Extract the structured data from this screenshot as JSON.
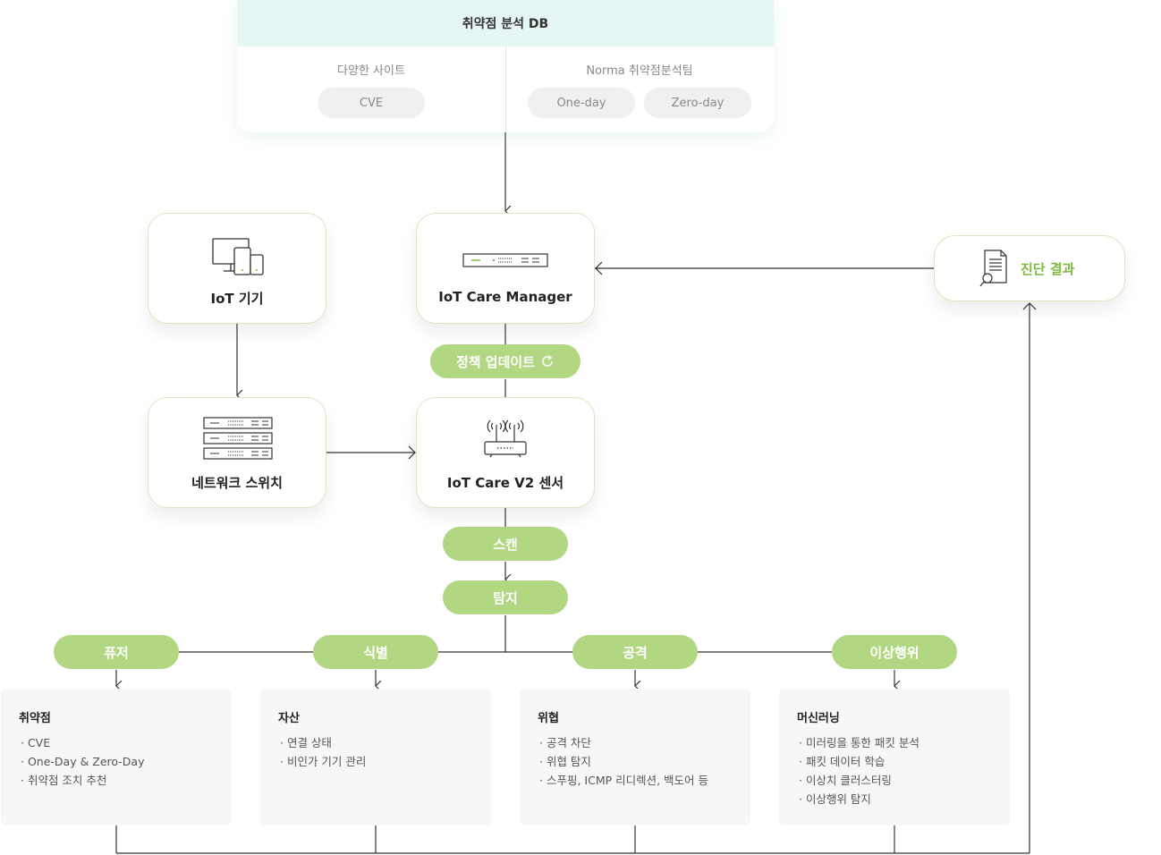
{
  "db": {
    "title": "취약점 분석 DB",
    "left_label": "다양한 사이트",
    "left_tags": [
      "CVE"
    ],
    "right_label": "Norma 취약점분석팀",
    "right_tags": [
      "One-day",
      "Zero-day"
    ]
  },
  "nodes": {
    "iot_device": "IoT 기기",
    "manager": "IoT Care Manager",
    "switch": "네트워크 스위치",
    "sensor": "IoT Care V2 센서",
    "result": "진단 결과"
  },
  "steps": {
    "policy_update": "정책 업데이트",
    "scan": "스캔",
    "detect": "탐지"
  },
  "categories": [
    {
      "label": "퓨저",
      "title": "취약점",
      "items": [
        "CVE",
        "One-Day & Zero-Day",
        "취약점 조치 추천"
      ]
    },
    {
      "label": "식별",
      "title": "자산",
      "items": [
        "연결 상태",
        "비인가 기기 관리"
      ]
    },
    {
      "label": "공격",
      "title": "위협",
      "items": [
        "공격 차단",
        "위협 탐지",
        "스푸핑, ICMP 리디렉션, 백도어 등"
      ]
    },
    {
      "label": "이상행위",
      "title": "머신러닝",
      "items": [
        "미러링을 통한 패킷 분석",
        "패킷 데이터 학습",
        "이상치 클러스터링",
        "이상행위 탐지"
      ]
    }
  ],
  "colors": {
    "accent_green": "#b2d783",
    "result_green": "#7cba3f",
    "db_header": "#e6f6f4",
    "line": "#333333"
  },
  "icons": {
    "iot_device": "devices-icon",
    "manager": "rack-server-icon",
    "switch": "network-switch-icon",
    "sensor": "wifi-router-icon",
    "result": "document-search-icon",
    "policy_update": "refresh-icon"
  }
}
